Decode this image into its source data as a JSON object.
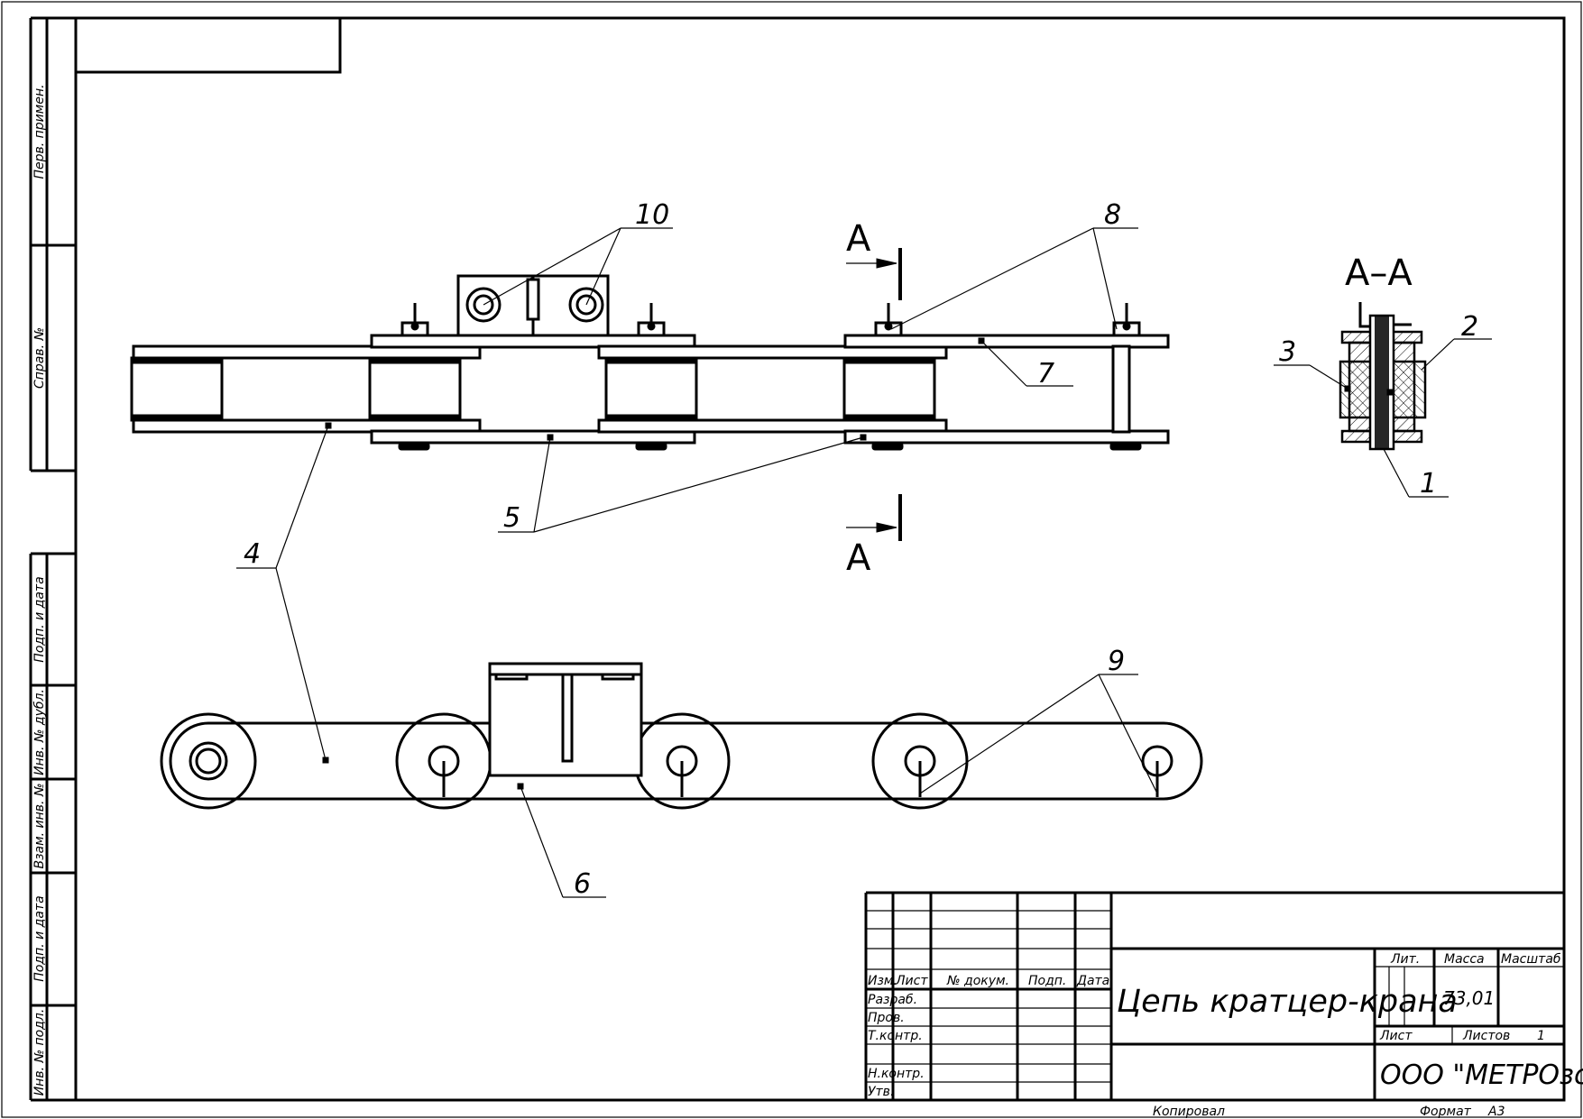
{
  "side_stamp": {
    "perv_primen": "Перв. примен.",
    "sprav_no": "Справ. №",
    "podp_data_1": "Подп. и дата",
    "inv_no_dubl": "Инв. № дубл.",
    "vzam_inv_no": "Взам. инв. №",
    "podp_data_2": "Подп. и дата",
    "inv_no_podl": "Инв. № подл."
  },
  "section_marks": {
    "top": "А",
    "bottom": "А",
    "view_title": "А–А"
  },
  "callouts": {
    "c1": "1",
    "c2": "2",
    "c3": "3",
    "c4": "4",
    "c5": "5",
    "c6": "6",
    "c7": "7",
    "c8": "8",
    "c9": "9",
    "c10": "10"
  },
  "title_block": {
    "h_izm": "Изм.",
    "h_list": "Лист",
    "h_doc": "№ докум.",
    "h_podp": "Подп.",
    "h_data": "Дата",
    "r_razrab": "Разраб.",
    "r_prov": "Пров.",
    "r_tkontr": "Т.контр.",
    "r_nkontr": "Н.контр.",
    "r_utv": "Утв.",
    "drawing_title": "Цепь кратцер-крана",
    "lit_label": "Лит.",
    "massa_label": "Масса",
    "masshtab_label": "Масштаб",
    "massa_value": "73,01",
    "list_label": "Лист",
    "listov_label": "Листов",
    "listov_value": "1",
    "organization": "ООО \"МЕТРОзск\""
  },
  "footer": {
    "kopiroval": "Копировал",
    "format_label": "Формат",
    "format_value": "А3"
  }
}
